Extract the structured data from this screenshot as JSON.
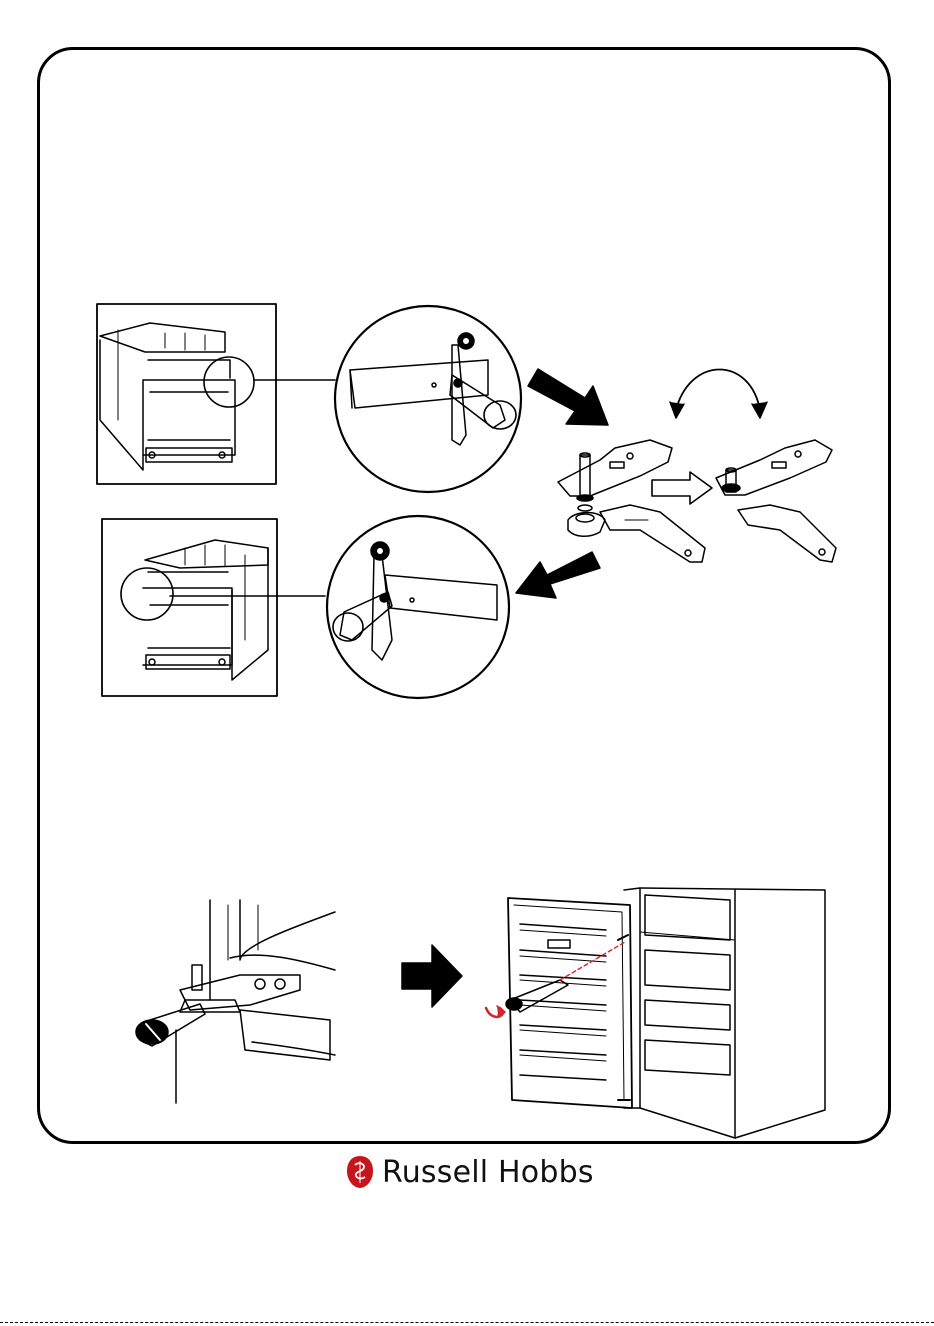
{
  "brand": {
    "name": "Russell Hobbs",
    "logo_icon": "rh-crest-icon",
    "color": "#c4161c"
  },
  "illustrations": {
    "step_upper": "remove-top-hinge-illustration",
    "step_lower": "refit-hinge-illustration",
    "accent_color": "#d8232a"
  }
}
